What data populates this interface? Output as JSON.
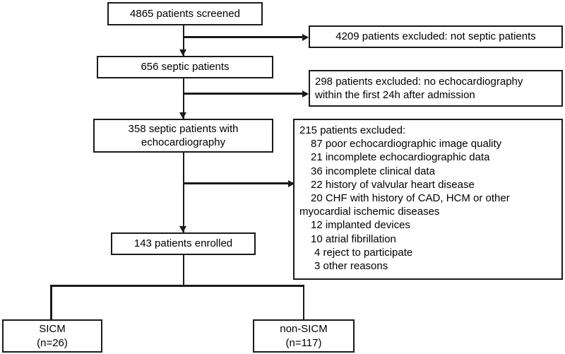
{
  "diagram": {
    "title": "Patient enrollment flow diagram",
    "colors": {
      "stroke": "#1a1a1a",
      "background": "#ffffff",
      "text": "#000000"
    },
    "nodes": {
      "screened": {
        "lines": [
          "4865 patients screened"
        ]
      },
      "excluded_not_septic": {
        "lines": [
          "4209 patients excluded: not septic patients"
        ]
      },
      "septic": {
        "lines": [
          "656 septic patients"
        ]
      },
      "excluded_no_echo": {
        "lines": [
          "298 patients excluded: no echocardiography",
          "within the first 24h after admission"
        ]
      },
      "septic_with_echo": {
        "lines": [
          "358 septic patients with",
          "echocardiography"
        ]
      },
      "excluded_215": {
        "heading": "215 patients excluded:",
        "items": [
          {
            "text": "87 poor echocardiographic image quality",
            "style": "indent"
          },
          {
            "text": "21 incomplete echocardiographic data",
            "style": "indent"
          },
          {
            "text": "36 incomplete clinical data",
            "style": "indent"
          },
          {
            "text": "22 history of valvular heart disease",
            "style": "indent"
          },
          {
            "text": "20 CHF with history of CAD, HCM or other",
            "style": "indent"
          },
          {
            "text": "myocardial ischemic diseases",
            "style": "continuation"
          },
          {
            "text": "12 implanted devices",
            "style": "indent"
          },
          {
            "text": "10 atrial fibrillation",
            "style": "indent"
          },
          {
            "text": "4 reject to participate",
            "style": "indent-narrow"
          },
          {
            "text": "3 other reasons",
            "style": "indent-narrow"
          }
        ]
      },
      "enrolled": {
        "lines": [
          "143 patients enrolled"
        ]
      },
      "sicm": {
        "lines": [
          "SICM",
          "(n=26)"
        ]
      },
      "non_sicm": {
        "lines": [
          "non-SICM",
          "(n=117)"
        ]
      }
    }
  }
}
